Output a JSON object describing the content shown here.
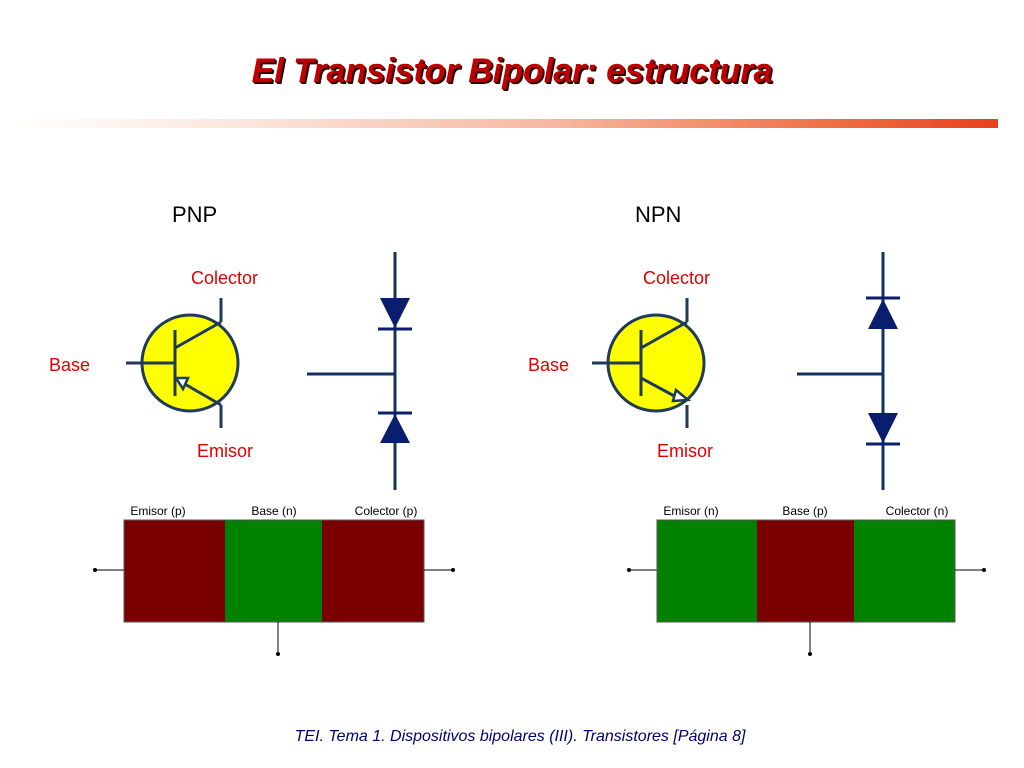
{
  "slide": {
    "title": "El Transistor Bipolar: estructura",
    "footer": "TEI. Tema 1. Dispositivos bipolares (III). Transistores [Página 8]"
  },
  "pnp": {
    "type": "PNP",
    "collector": "Colector",
    "base": "Base",
    "emitter": "Emisor",
    "regions": [
      "Emisor (p)",
      "Base (n)",
      "Colector (p)"
    ],
    "region_colors": [
      "#7a0000",
      "#008200",
      "#7a0000"
    ]
  },
  "npn": {
    "type": "NPN",
    "collector": "Colector",
    "base": "Base",
    "emitter": "Emisor",
    "regions": [
      "Emisor (n)",
      "Base (p)",
      "Colector (n)"
    ],
    "region_colors": [
      "#008200",
      "#7a0000",
      "#008200"
    ]
  },
  "colors": {
    "symbol_fill": "#ffff00",
    "symbol_stroke": "#1f3a5a",
    "diode_fill": "#0a1e6e",
    "wire": "#12335e",
    "label_red": "#e00000"
  }
}
